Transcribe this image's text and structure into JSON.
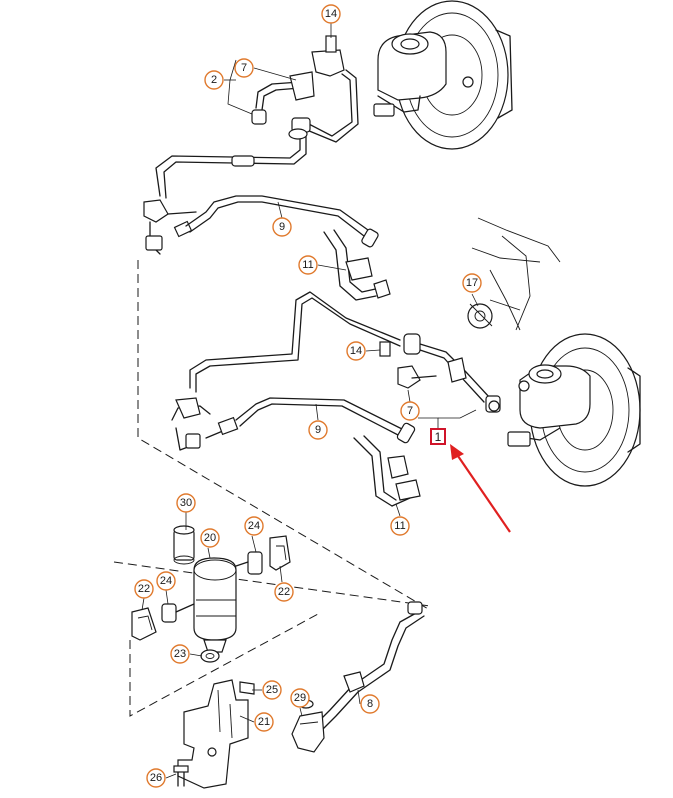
{
  "callouts": {
    "c14a": "14",
    "c7a": "7",
    "c2": "2",
    "c9a": "9",
    "c11a": "11",
    "c17": "17",
    "c14b": "14",
    "c7b": "7",
    "c9b": "9",
    "c1": "1",
    "c11b": "11",
    "c30": "30",
    "c20": "20",
    "c24a": "24",
    "c24b": "24",
    "c22a": "22",
    "c22b": "22",
    "c23": "23",
    "c25": "25",
    "c29": "29",
    "c8": "8",
    "c21": "21",
    "c26": "26"
  },
  "colors": {
    "callout_ring": "#e07a2e",
    "highlight_box": "#d0142a",
    "arrow": "#e02020"
  }
}
